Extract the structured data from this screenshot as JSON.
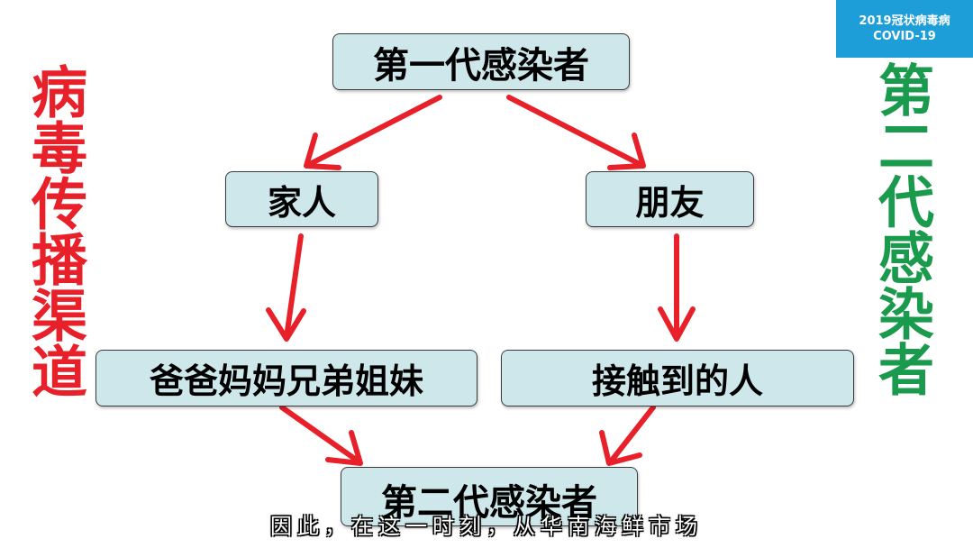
{
  "badge": {
    "line1": "2019冠状病毒病",
    "line2": "COVID-19"
  },
  "side_left": "病毒传播渠道",
  "side_right": "第二代感染者",
  "nodes": {
    "first_gen": "第一代感染者",
    "family": "家人",
    "friends": "朋友",
    "relatives": "爸爸妈妈兄弟姐妹",
    "contacts": "接触到的人",
    "second_gen": "第二代感染者"
  },
  "subtitle": "因此，在这一时刻，从华南海鲜市场",
  "colors": {
    "box_fill": "#cde7ea",
    "arrow": "#e8202a",
    "left_title": "#e8202a",
    "right_title": "#1a9a4c",
    "badge_bg": "#1e9ed9"
  }
}
